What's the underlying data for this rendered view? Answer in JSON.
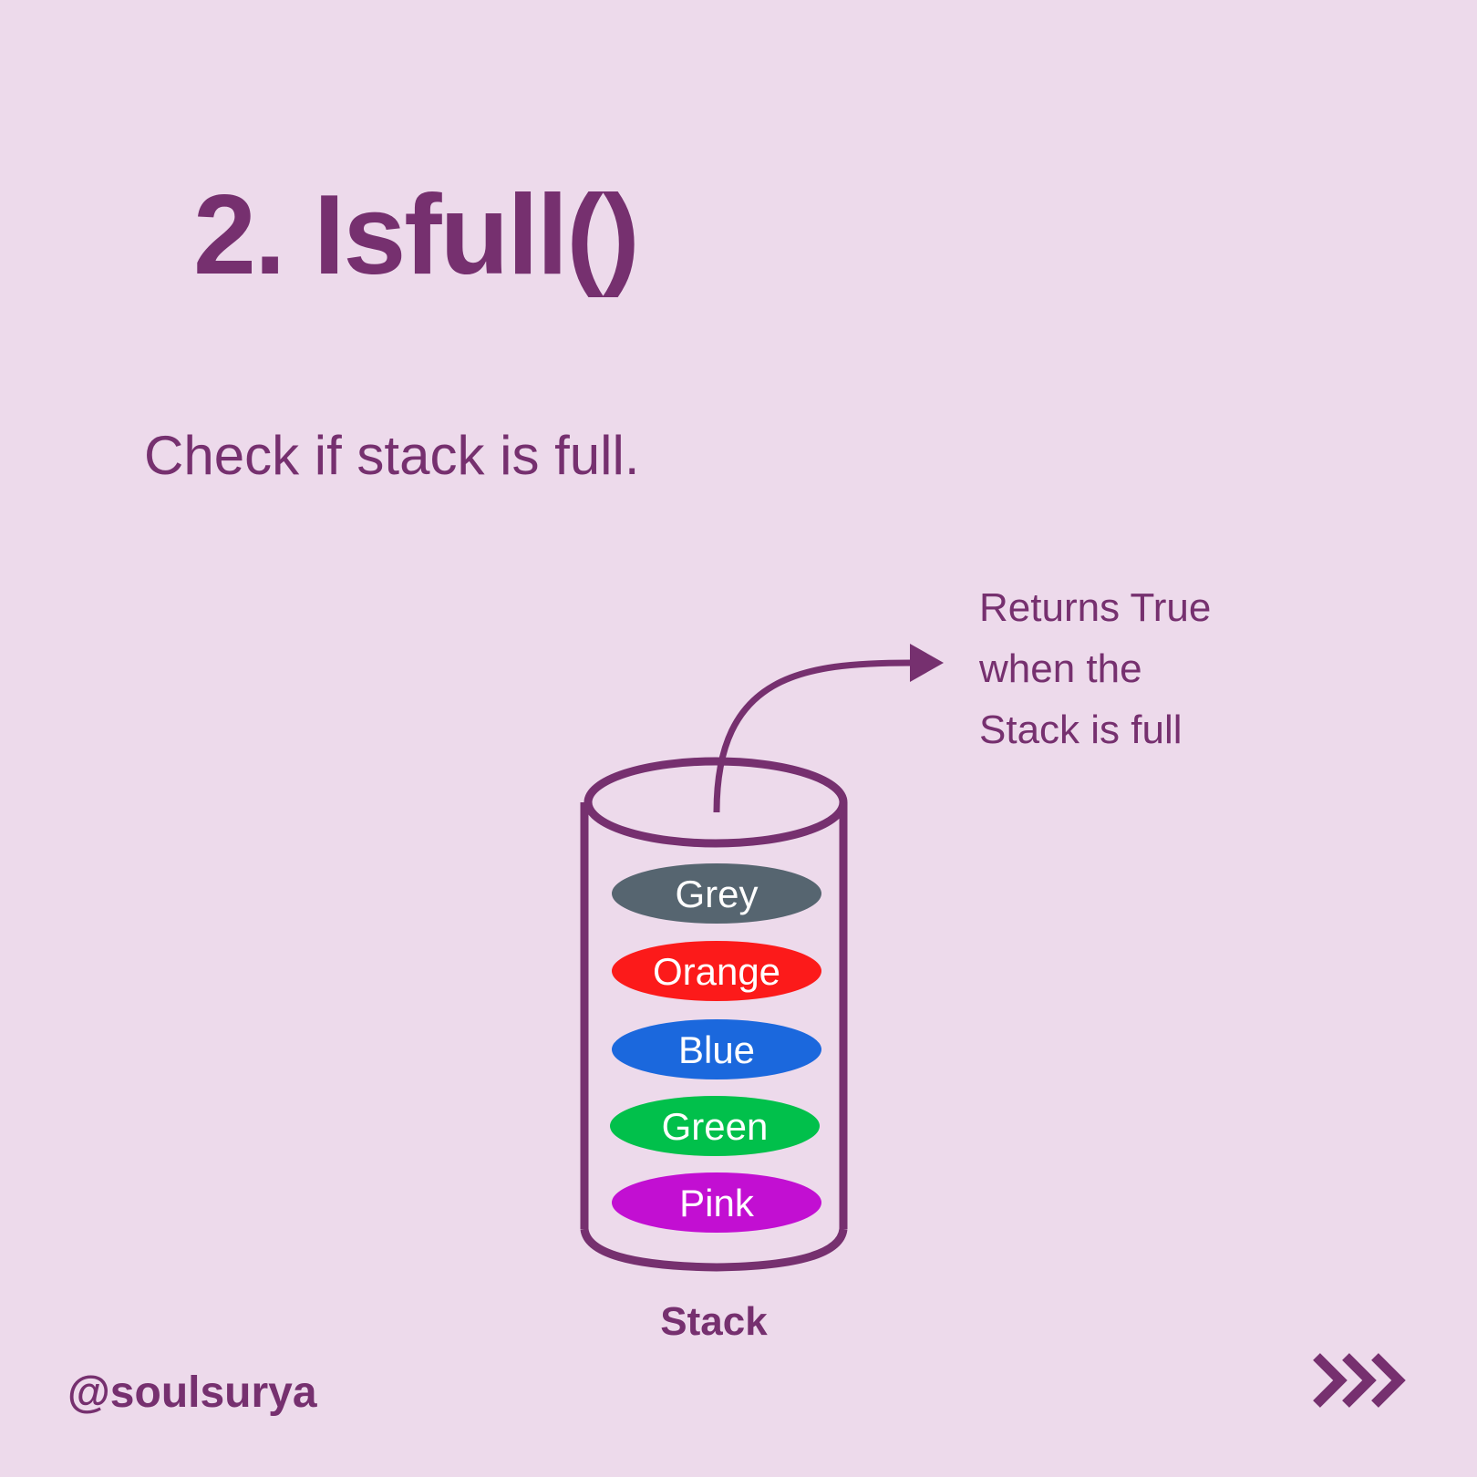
{
  "title": "2. Isfull()",
  "subtitle": "Check if stack is full.",
  "annotation": {
    "lines": [
      "Returns True",
      "when the",
      "Stack is full"
    ]
  },
  "stack": {
    "label": "Stack",
    "items": [
      {
        "label": "Grey",
        "color": "#566570"
      },
      {
        "label": "Orange",
        "color": "#fc1a1a"
      },
      {
        "label": "Blue",
        "color": "#1b68dd"
      },
      {
        "label": "Green",
        "color": "#01c04b"
      },
      {
        "label": "Pink",
        "color": "#c20fd2"
      }
    ]
  },
  "handle": "@soulsurya",
  "colors": {
    "accent": "#76306f",
    "background": "#eddaeb"
  },
  "icons": {
    "next": "chevrons-right-icon"
  }
}
